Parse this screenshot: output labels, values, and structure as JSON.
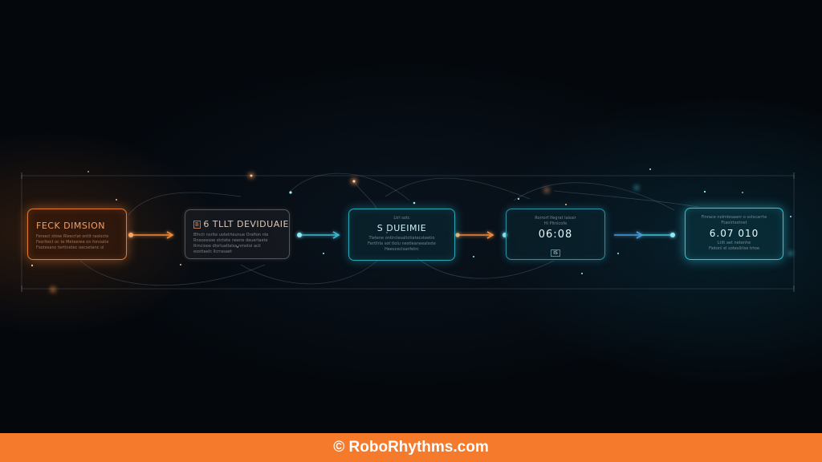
{
  "cards": [
    {
      "title": "FECK DIMSION",
      "lines": [
        "Fersecl stiow Rlescrlat ontlt raslocte",
        "Fesrltect oc te Meteeree on forsiatle",
        "Fxotesanc tertlnetec oecsetanc ol"
      ]
    },
    {
      "badge": "B",
      "title": "6 TLLT DEVIDUAIE",
      "lines": [
        "Bfnch nsrite uotelrteunue Orafion nle",
        "Rnsoeesoe stctete neene deuertaete",
        "Rrnciooe dlorluatlalsa nmotoi acil",
        "eosttaelc Ilcrrasaet"
      ]
    },
    {
      "title": "S DUEIMIE",
      "lines": [
        "Ltrl sotc",
        "Tietene ontirclesaltctiatecsteetio",
        "Fertllrla sot tlolu nestleaneealsste",
        "Heesceclsanfetrc"
      ]
    },
    {
      "lines": [
        "Rorrorf Ifegrat Iaissir",
        "Hi Pltnlcofe"
      ],
      "value": "06:08",
      "badge": "IS"
    },
    {
      "lines": [
        "Finrace nolmlesaanr o sstscarrte",
        "Ftaoirtsotnet"
      ],
      "value": "6.07 010",
      "sublines": [
        "Ltilt aet netenhe",
        "Fiotonl el sotesllrlse trtoe"
      ]
    }
  ],
  "footer": {
    "text": "© RoboRhythms.com"
  },
  "colors": {
    "accent_orange": "#f57a2c",
    "glow_orange": "#e07b35",
    "glow_cyan": "#37c3d3",
    "background": "#04080d"
  }
}
